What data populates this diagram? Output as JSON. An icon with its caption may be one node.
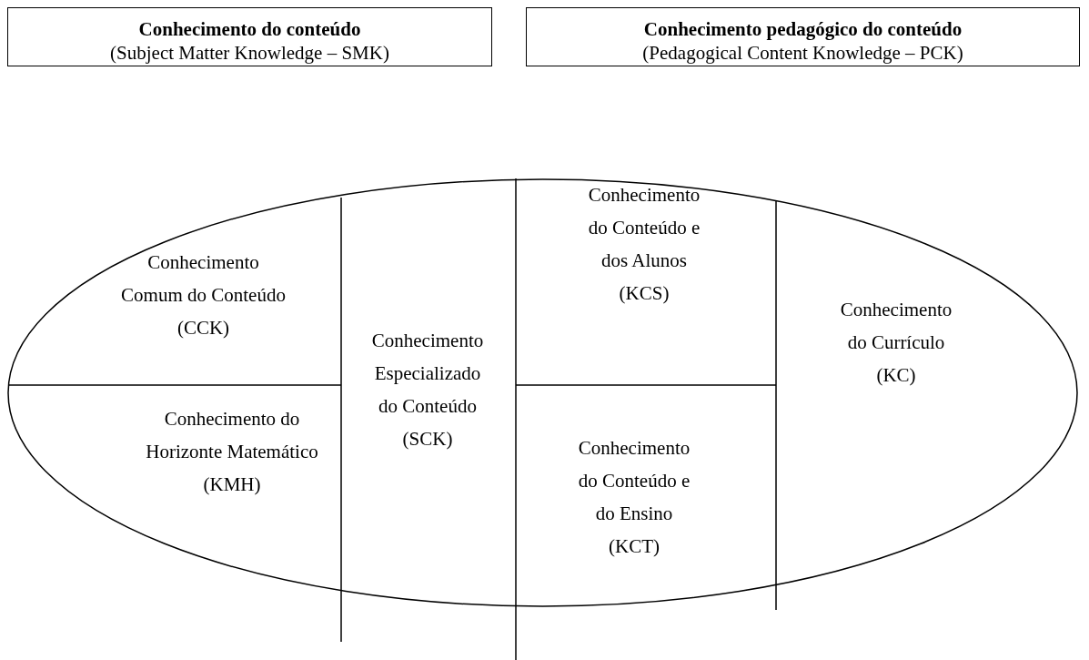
{
  "diagram": {
    "nodes": [
      {
        "text": [
          "Conhecimento do conteúdo",
          "(Subject Matter Knowledge – SMK)"
        ]
      },
      {
        "text": [
          "Conhecimento pedagógico do conteúdo",
          "(Pedagogical Content Knowledge – PCK)"
        ]
      },
      {
        "text": [],
        "shape": "ellipse"
      },
      {
        "text": [
          "Conhecimento Comum do Conteúdo (CCK)"
        ],
        "in": 2
      },
      {
        "text": [
          "Conhecimento do Horizonte Matemático (KMH)"
        ],
        "in": 2
      },
      {
        "text": [
          "Conhecimento Especializado do Conteúdo (SCK)"
        ],
        "in": 2
      },
      {
        "text": [
          "Conhecimento do Conteúdo e dos Alunos (KCS)"
        ],
        "in": 2
      },
      {
        "text": [
          "Conhecimento do Conteúdo e do Ensino (KCT)"
        ],
        "in": 2
      },
      {
        "text": [
          "Conhecimento do Currículo (KC)"
        ],
        "in": 2
      }
    ]
  }
}
